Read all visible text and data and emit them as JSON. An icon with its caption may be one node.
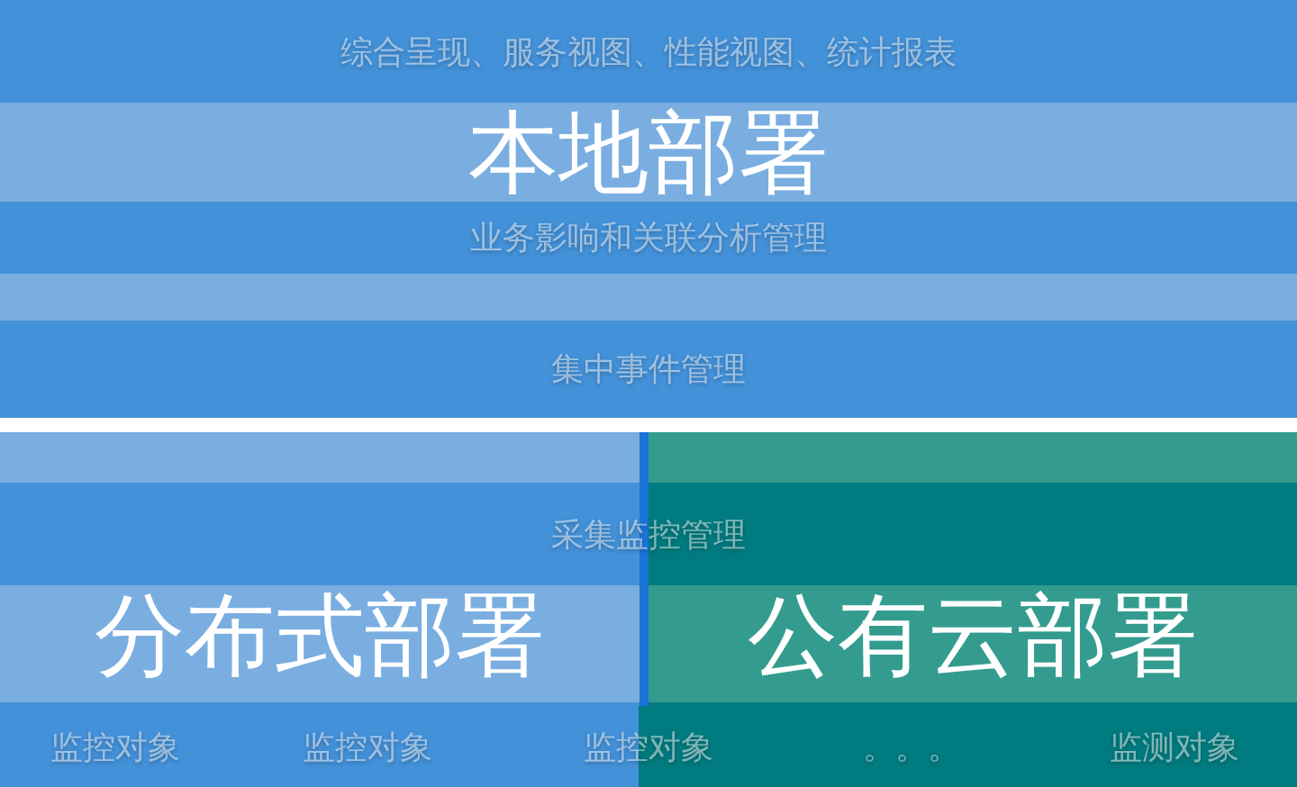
{
  "diagram": {
    "nodes": [
      {
        "text": [
          "本地部署"
        ]
      },
      {
        "text": [
          "综合呈现、服务视图、性能视图、统计报表"
        ],
        "in": 0
      },
      {
        "text": [
          "业务影响和关联分析管理"
        ],
        "in": 0
      },
      {
        "text": [
          "集中事件管理"
        ],
        "in": 0
      },
      {
        "text": [
          "分布式部署"
        ]
      },
      {
        "text": [
          "采集监控管理"
        ]
      },
      {
        "text": [
          "公有云部署"
        ]
      },
      {
        "text": [
          "监控对象"
        ],
        "in": 4
      },
      {
        "text": [
          "监控对象"
        ],
        "in": 4
      },
      {
        "text": [
          "监控对象"
        ]
      },
      {
        "text": [
          "。。。"
        ],
        "in": 6
      },
      {
        "text": [
          "监测对象"
        ],
        "in": 6
      }
    ],
    "edges": []
  }
}
